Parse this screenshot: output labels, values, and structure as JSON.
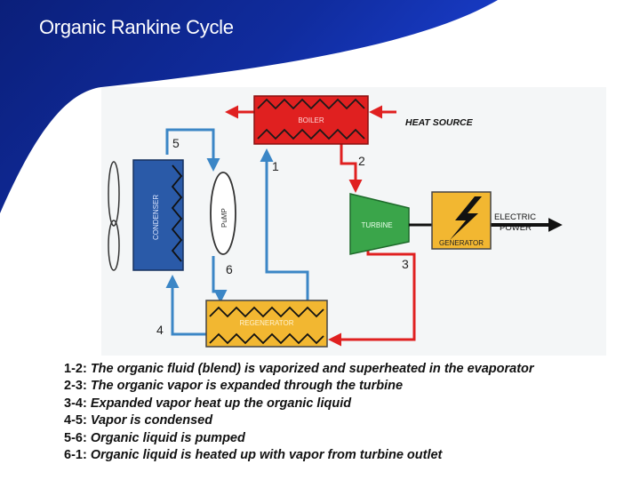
{
  "slide": {
    "title": "Organic Rankine Cycle"
  },
  "diagram": {
    "components": {
      "boiler": "BOILER",
      "turbine": "TURBINE",
      "generator": "GENERATOR",
      "condenser": "CONDENSER",
      "pump": "PuMP",
      "regenerator": "REGENERATOR"
    },
    "labels": {
      "heat_source": "HEAT SOURCE",
      "electric_line1": "ELECTRIC",
      "electric_line2": "POWER"
    },
    "state_points": [
      "1",
      "2",
      "3",
      "4",
      "5",
      "6"
    ],
    "colors": {
      "boiler": "#e02020",
      "turbine": "#3aa54a",
      "generator": "#f2b731",
      "condenser": "#2a5aa8",
      "regenerator": "#f2b731",
      "hot_flow": "#e02020",
      "cold_flow": "#3b86c6"
    }
  },
  "notes": [
    {
      "step": "1-2:",
      "text": "The organic fluid (blend) is vaporized and superheated in the evaporator"
    },
    {
      "step": "2-3:",
      "text": "The organic vapor is expanded through the turbine"
    },
    {
      "step": "3-4:",
      "text": "Expanded vapor heat up the organic liquid"
    },
    {
      "step": "4-5:",
      "text": "Vapor is condensed"
    },
    {
      "step": "5-6:",
      "text": "Organic liquid is pumped"
    },
    {
      "step": "6-1:",
      "text": "Organic liquid is heated up with vapor from turbine outlet"
    }
  ]
}
